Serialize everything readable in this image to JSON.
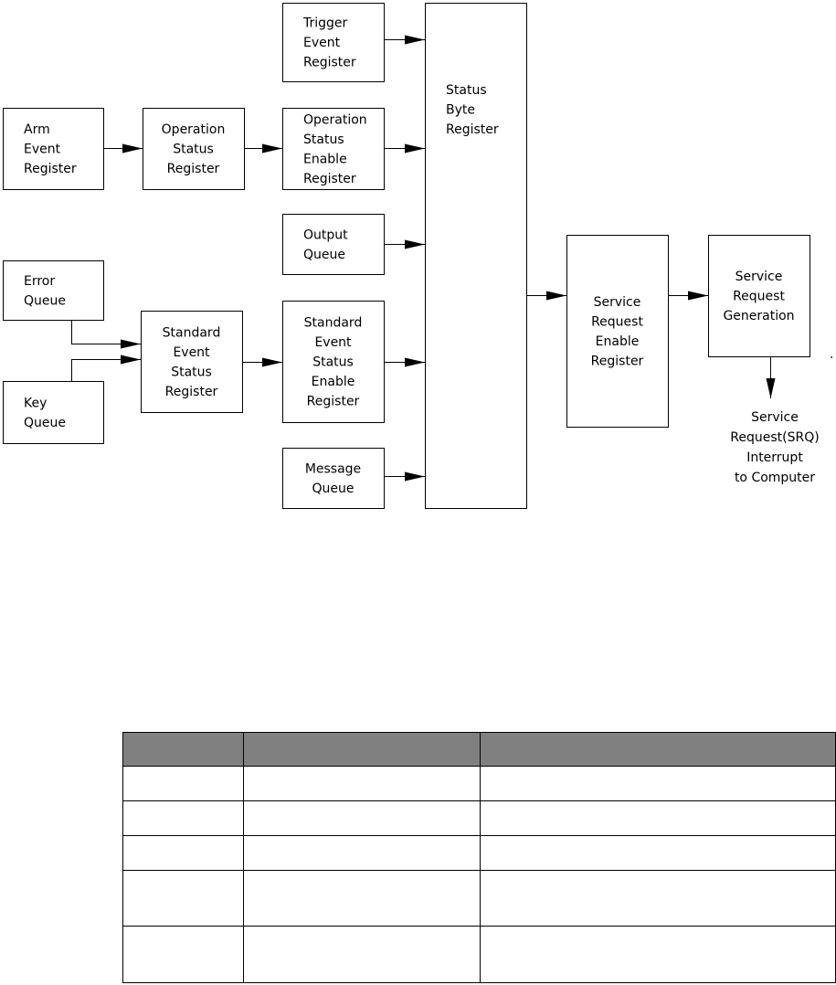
{
  "diagram": {
    "boxes": [
      {
        "id": "arm-event-register",
        "lines": [
          "Arm",
          "Event",
          "Register"
        ]
      },
      {
        "id": "operation-status-register",
        "lines": [
          "Operation",
          "Status",
          "Register"
        ]
      },
      {
        "id": "trigger-event-register",
        "lines": [
          "Trigger",
          "Event",
          "Register"
        ]
      },
      {
        "id": "operation-status-enable-register",
        "lines": [
          "Operation",
          "Status",
          "Enable",
          "Register"
        ]
      },
      {
        "id": "output-queue",
        "lines": [
          "Output",
          "Queue"
        ]
      },
      {
        "id": "standard-event-status-enable-register",
        "lines": [
          "Standard",
          "Event",
          "Status",
          "Enable",
          "Register"
        ]
      },
      {
        "id": "message-queue",
        "lines": [
          "Message",
          "Queue"
        ]
      },
      {
        "id": "status-byte-register",
        "lines": [
          "Status",
          "Byte",
          "Register"
        ]
      },
      {
        "id": "service-request-enable-register",
        "lines": [
          "Service",
          "Request",
          "Enable",
          "Register"
        ]
      },
      {
        "id": "service-request-generation",
        "lines": [
          "Service",
          "Request",
          "Generation"
        ]
      },
      {
        "id": "error-queue",
        "lines": [
          "Error",
          "Queue"
        ]
      },
      {
        "id": "key-queue",
        "lines": [
          "Key",
          "Queue"
        ]
      },
      {
        "id": "standard-event-status-register",
        "lines": [
          "Standard",
          "Event",
          "Status",
          "Register"
        ]
      }
    ],
    "output_label": [
      "Service",
      "Request(SRQ)",
      "Interrupt",
      "to Computer"
    ]
  },
  "table": {
    "headers": [
      "",
      "",
      ""
    ],
    "rows": [
      [
        "",
        "",
        ""
      ],
      [
        "",
        "",
        ""
      ],
      [
        "",
        "",
        ""
      ],
      [
        "",
        "",
        ""
      ],
      [
        "",
        "",
        ""
      ]
    ]
  }
}
